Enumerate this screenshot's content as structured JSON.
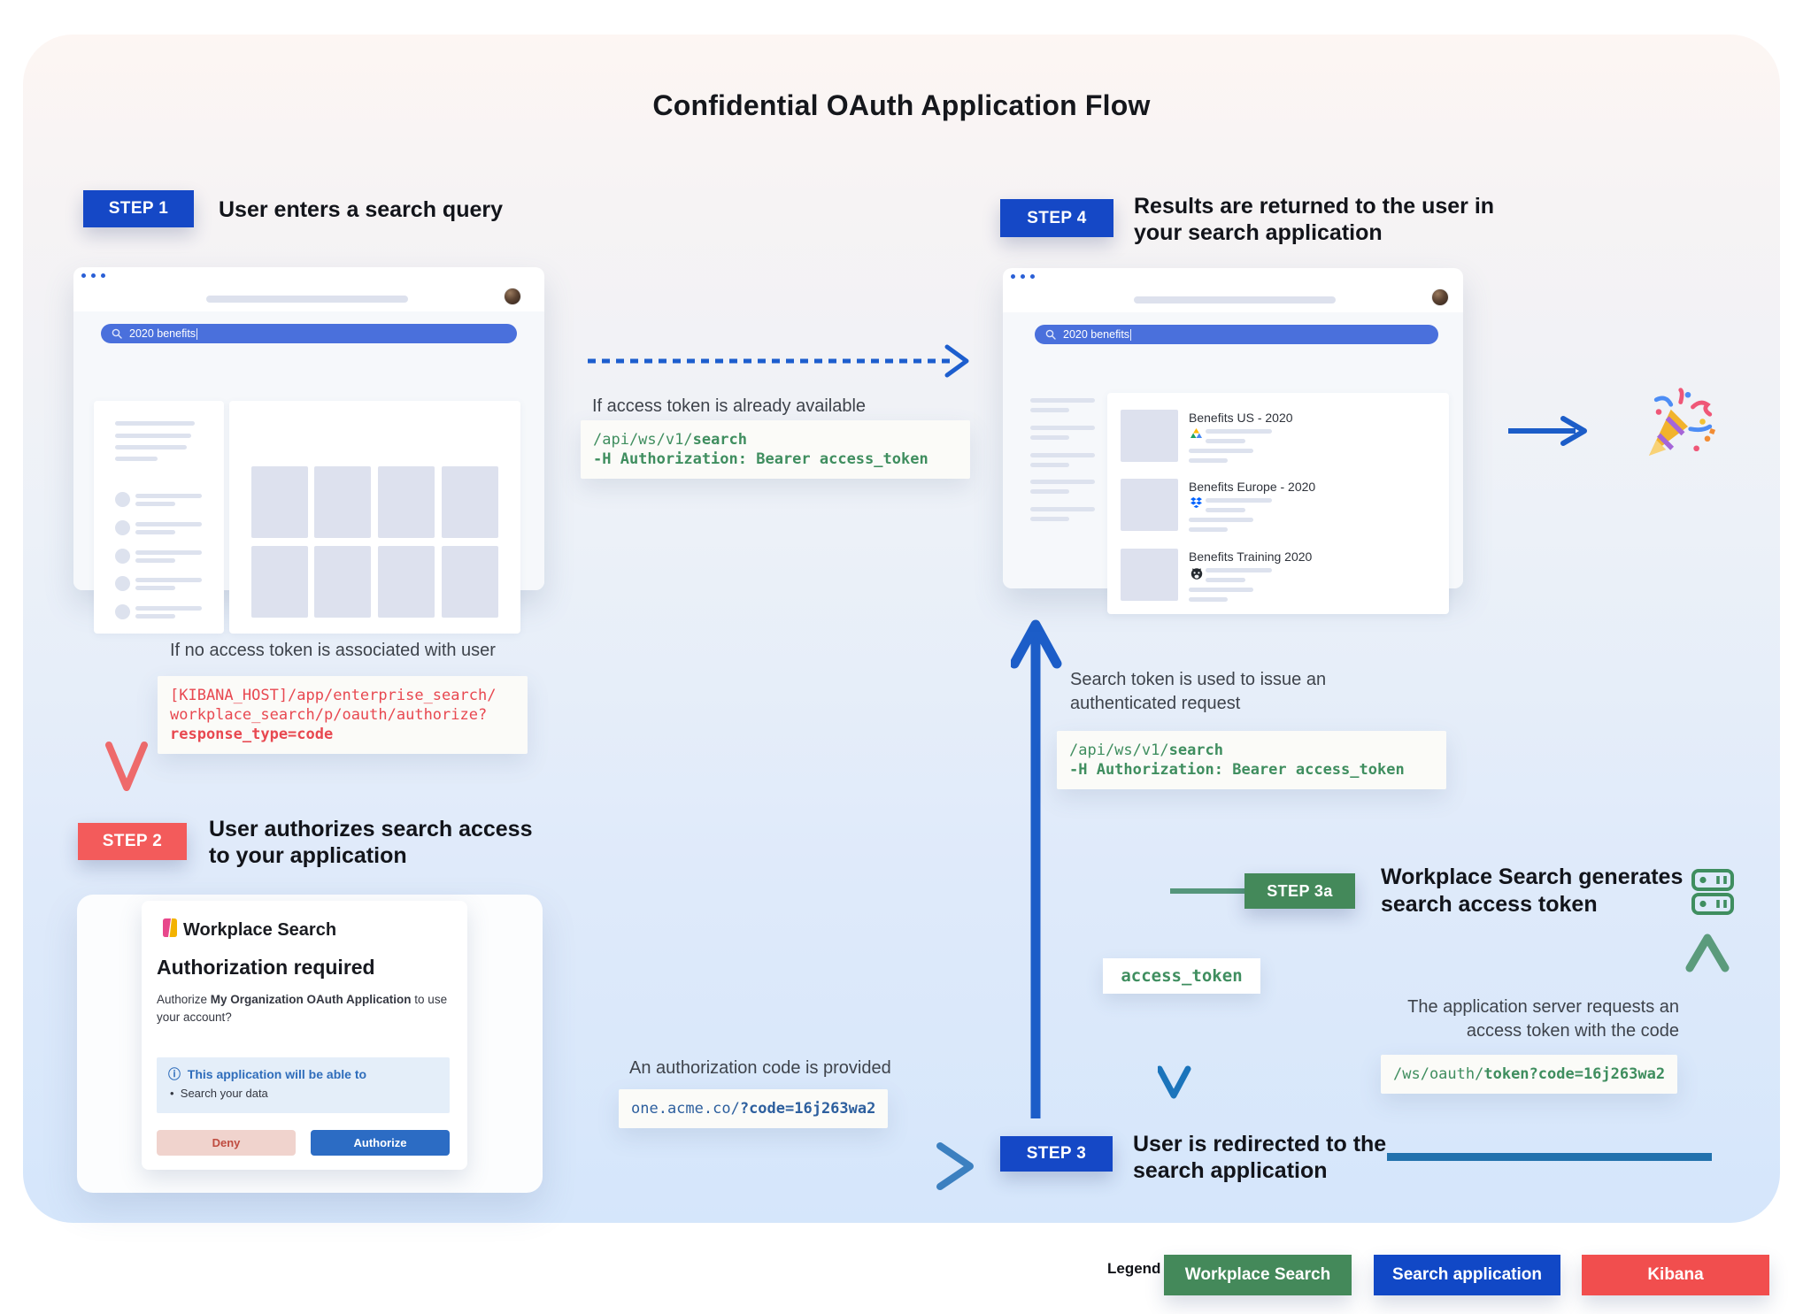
{
  "title": "Confidential OAuth Application Flow",
  "steps": {
    "s1": {
      "badge": "STEP 1",
      "title": "User enters a search query"
    },
    "s2": {
      "badge": "STEP 2",
      "line1": "User authorizes search access",
      "line2": "to your application"
    },
    "s3": {
      "badge": "STEP 3",
      "line1": "User is redirected to the",
      "line2": "search application"
    },
    "s3a": {
      "badge": "STEP 3a",
      "line1": "Workplace Search generates",
      "line2": "search access token"
    },
    "s4": {
      "badge": "STEP 4",
      "line1": "Results are returned to the user in",
      "line2": "your search application"
    }
  },
  "notes": {
    "token_available": "If access token is already available",
    "no_token": "If no access token is associated with user",
    "search_token_1": "Search token is used to issue an",
    "search_token_2": "authenticated request",
    "auth_code": "An authorization code is provided",
    "app_server_1": "The application server requests an",
    "app_server_2": "access token with the code"
  },
  "code": {
    "api_l1_plain": "/api/ws/v1/",
    "api_l1_bold": "search",
    "api_l2_bold": "-H Authorization: Bearer access_token",
    "kibana_l1": "[KIBANA_HOST]/app/enterprise_search/",
    "kibana_l2": "workplace_search/p/oauth/authorize?",
    "kibana_l3_bold": "response_type=code",
    "redirect_plain": "one.acme.co/",
    "redirect_bold": "?code=16j263wa2",
    "token_plain": "/ws/oauth/",
    "token_bold": "token?code=16j263wa2",
    "access_token": "access_token"
  },
  "browser": {
    "query": "2020 benefits"
  },
  "results": [
    {
      "title": "Benefits US - 2020",
      "source": "google-drive"
    },
    {
      "title": "Benefits Europe - 2020",
      "source": "dropbox"
    },
    {
      "title": "Benefits Training 2020",
      "source": "github"
    }
  ],
  "dialog": {
    "logo_text": "Workplace Search",
    "heading": "Authorization required",
    "body_pre": "Authorize ",
    "body_bold": "My Organization OAuth Application",
    "body_post": " to use your account?",
    "info_title": "This application will be able to",
    "info_icon": "ⓘ",
    "info_bullet": "Search your data",
    "deny_label": "Deny",
    "authorize_label": "Authorize"
  },
  "legend": {
    "label": "Legend",
    "items": [
      {
        "label": "Workplace Search",
        "color": "#44895a"
      },
      {
        "label": "Search application",
        "color": "#1148c6"
      },
      {
        "label": "Kibana",
        "color": "#f14e4e"
      }
    ]
  }
}
